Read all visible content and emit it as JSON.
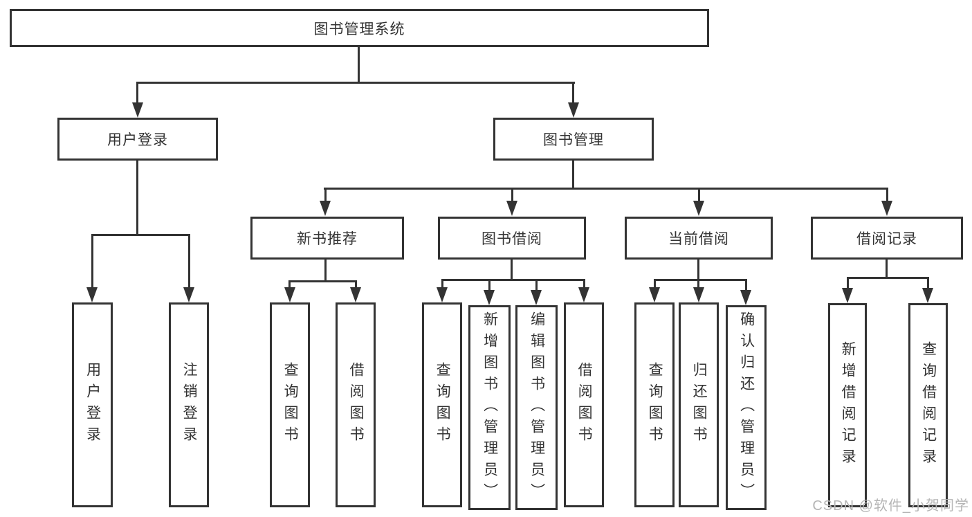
{
  "tree": {
    "root": "图书管理系统",
    "branches": [
      {
        "label": "用户登录",
        "children": [
          "用户登录",
          "注销登录"
        ]
      },
      {
        "label": "图书管理",
        "children": [
          {
            "label": "新书推荐",
            "children": [
              "查询图书",
              "借阅图书"
            ]
          },
          {
            "label": "图书借阅",
            "children": [
              "查询图书",
              "新增图书（管理员）",
              "编辑图书（管理员）",
              "借阅图书"
            ]
          },
          {
            "label": "当前借阅",
            "children": [
              "查询图书",
              "归还图书",
              "确认归还（管理员）"
            ]
          },
          {
            "label": "借阅记录",
            "children": [
              "新增借阅记录",
              "查询借阅记录"
            ]
          }
        ]
      }
    ]
  },
  "watermark": "CSDN @软件_小贺同学",
  "colors": {
    "line": "#333333",
    "text": "#333333",
    "background": "#ffffff",
    "watermark": "#b5b5b5"
  }
}
